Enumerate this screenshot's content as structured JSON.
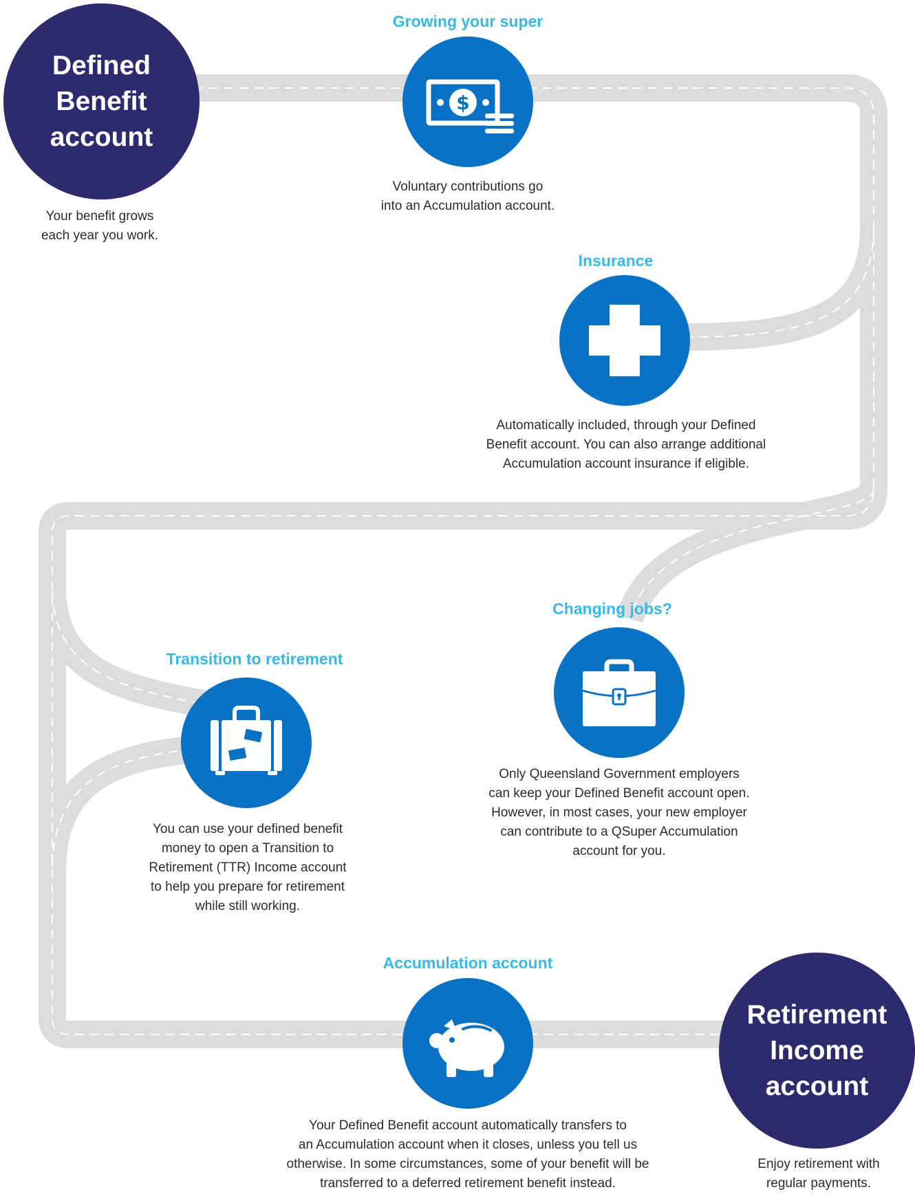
{
  "start": {
    "title": "Defined\nBenefit\naccount",
    "desc": "Your benefit grows\neach year you work."
  },
  "end": {
    "title": "Retirement\nIncome\naccount",
    "desc": "Enjoy retirement with\nregular payments."
  },
  "steps": [
    {
      "heading": "Growing your super",
      "icon": "money-icon",
      "desc": "Voluntary contributions go\ninto an Accumulation account."
    },
    {
      "heading": "Insurance",
      "icon": "medical-cross-icon",
      "desc": "Automatically included, through your Defined\nBenefit account. You can also arrange additional\nAccumulation account insurance if eligible."
    },
    {
      "heading": "Changing jobs?",
      "icon": "briefcase-icon",
      "desc": "Only Queensland Government employers\ncan keep your Defined Benefit account open.\nHowever, in most cases, your new employer\ncan contribute to a QSuper Accumulation\naccount for you."
    },
    {
      "heading": "Transition to retirement",
      "icon": "suitcase-icon",
      "desc": "You can use your defined benefit\nmoney to open a Transition to\nRetirement (TTR) Income account\nto help you prepare for retirement\nwhile still working."
    },
    {
      "heading": "Accumulation account",
      "icon": "piggy-bank-icon",
      "desc": "Your Defined Benefit account automatically transfers to\nan Accumulation account when it closes, unless you tell us\notherwise. In some circumstances, some of your benefit will be\ntransferred to a deferred retirement benefit instead."
    }
  ],
  "colors": {
    "road": "#dcdcdc",
    "dash": "#ffffff",
    "accent": "#0a72c5",
    "heading": "#35b8ea",
    "dark": "#2e2a6e"
  }
}
